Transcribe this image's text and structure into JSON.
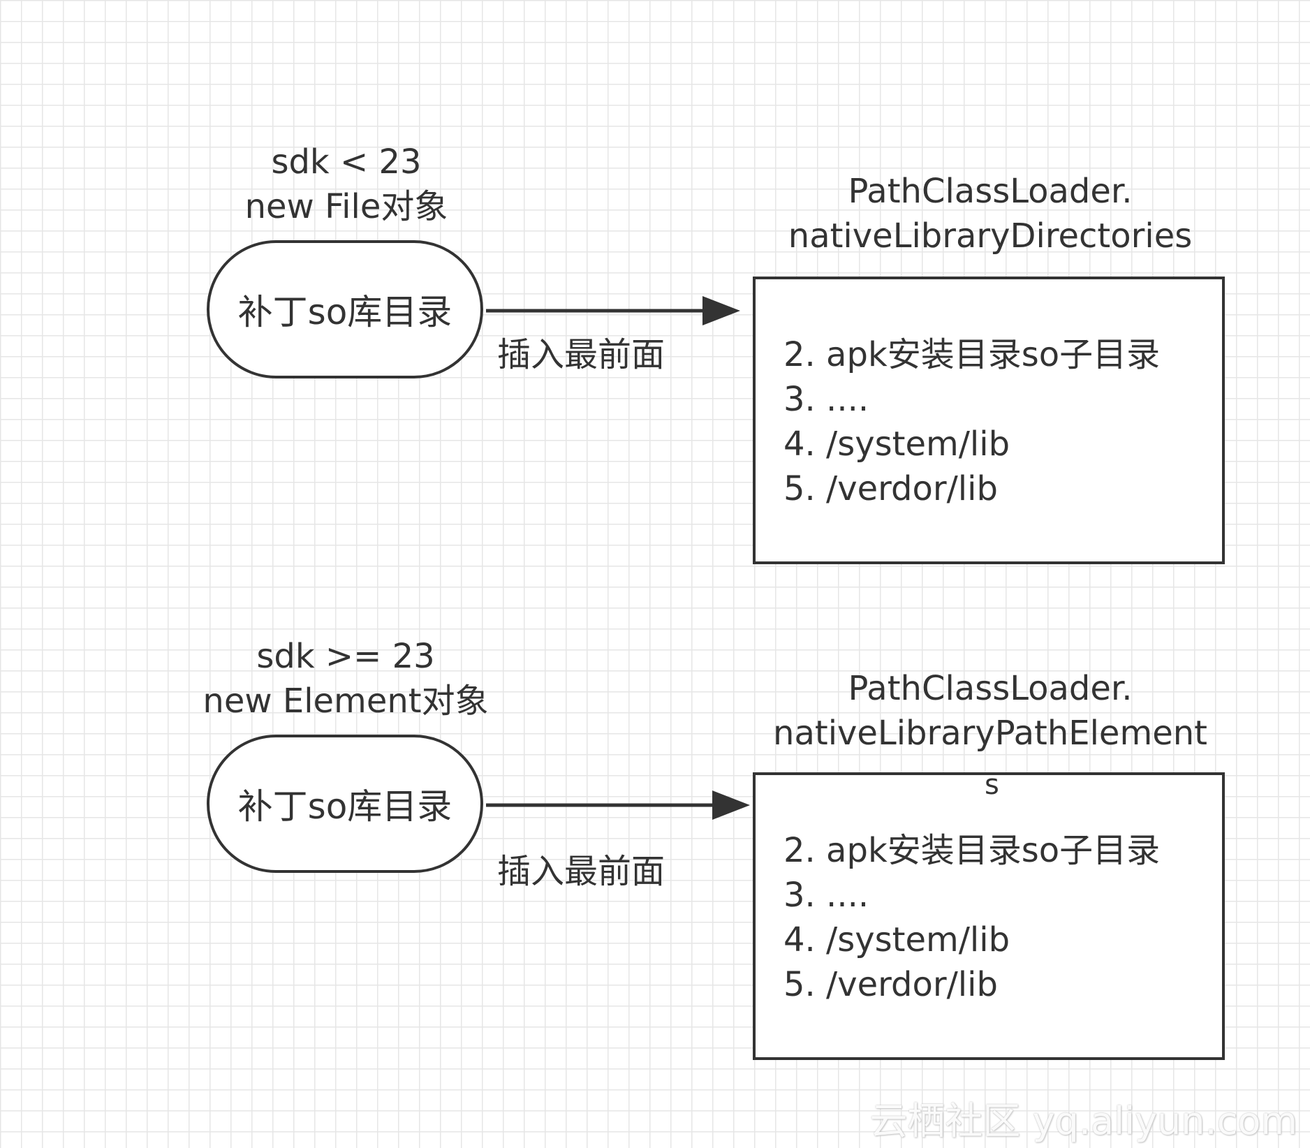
{
  "diagram": {
    "top": {
      "condition": "sdk < 23",
      "object_type": "new File对象",
      "source_node": "补丁so库目录",
      "edge_label": "插入最前面",
      "target_title_line1": "PathClassLoader.",
      "target_title_line2": "nativeLibraryDirectories",
      "target_items": [
        "2. apk安装目录so子目录",
        "3. ....",
        "4. /system/lib",
        "5. /verdor/lib"
      ]
    },
    "bottom": {
      "condition": "sdk >= 23",
      "object_type": "new Element对象",
      "source_node": "补丁so库目录",
      "edge_label": "插入最前面",
      "target_title_line1": "PathClassLoader.",
      "target_title_line2": "nativeLibraryPathElement",
      "target_title_overflow": "s",
      "target_items": [
        "2. apk安装目录so子目录",
        "3. ....",
        "4. /system/lib",
        "5. /verdor/lib"
      ]
    }
  },
  "watermark": "云栖社区 yq.aliyun.com",
  "colors": {
    "stroke": "#333333",
    "grid": "#e6e6e6",
    "background": "#ffffff"
  }
}
